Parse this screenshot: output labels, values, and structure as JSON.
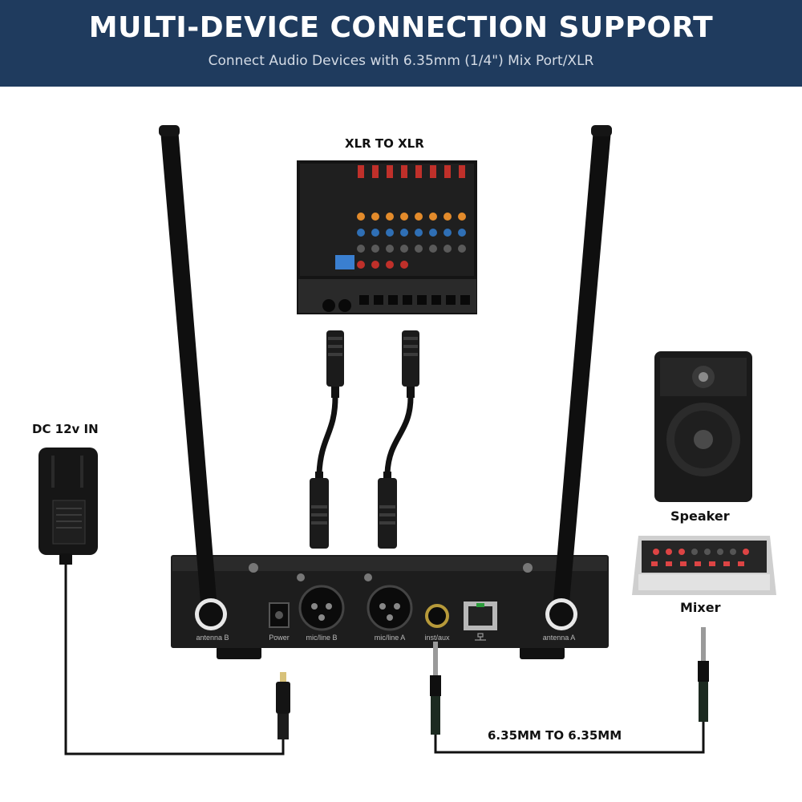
{
  "header": {
    "title": "MULTI-DEVICE CONNECTION SUPPORT",
    "subtitle": "Connect Audio Devices with 6.35mm (1/4\") Mix Port/XLR"
  },
  "labels": {
    "xlr": "XLR TO XLR",
    "dc": "DC 12v IN",
    "speaker": "Speaker",
    "mixer": "Mixer",
    "jack": "6.35MM TO 6.35MM"
  },
  "ports": {
    "antenna_b": "antenna B",
    "power": "Power",
    "mic_line_b": "mic/line B",
    "mic_line_a": "mic/line A",
    "inst_aux": "inst/aux",
    "antenna_a": "antenna A"
  },
  "colors": {
    "banner": "#1f3b5e",
    "device": "#1a1a1a",
    "cable": "#111111",
    "plug_tip": "#d8c27a"
  }
}
